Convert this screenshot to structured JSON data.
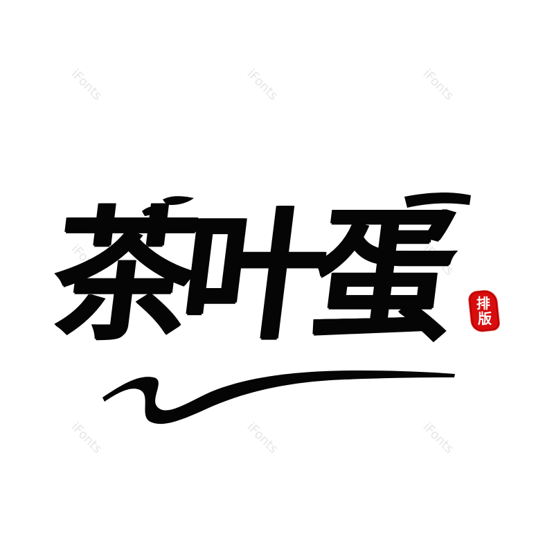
{
  "watermarks": [
    "iFonts",
    "iFonts",
    "iFonts",
    "iFonts",
    "iFonts",
    "iFonts",
    "iFonts",
    "iFonts"
  ],
  "title_text": "茶叶蛋",
  "seal": {
    "line1": "排",
    "line2": "版"
  },
  "colors": {
    "ink": "#050505",
    "seal_red": "#d80d0d",
    "watermark": "#e6e6e6",
    "background": "#ffffff"
  },
  "icons": {
    "underline": "brush-underline-icon",
    "seal": "red-seal-icon"
  }
}
